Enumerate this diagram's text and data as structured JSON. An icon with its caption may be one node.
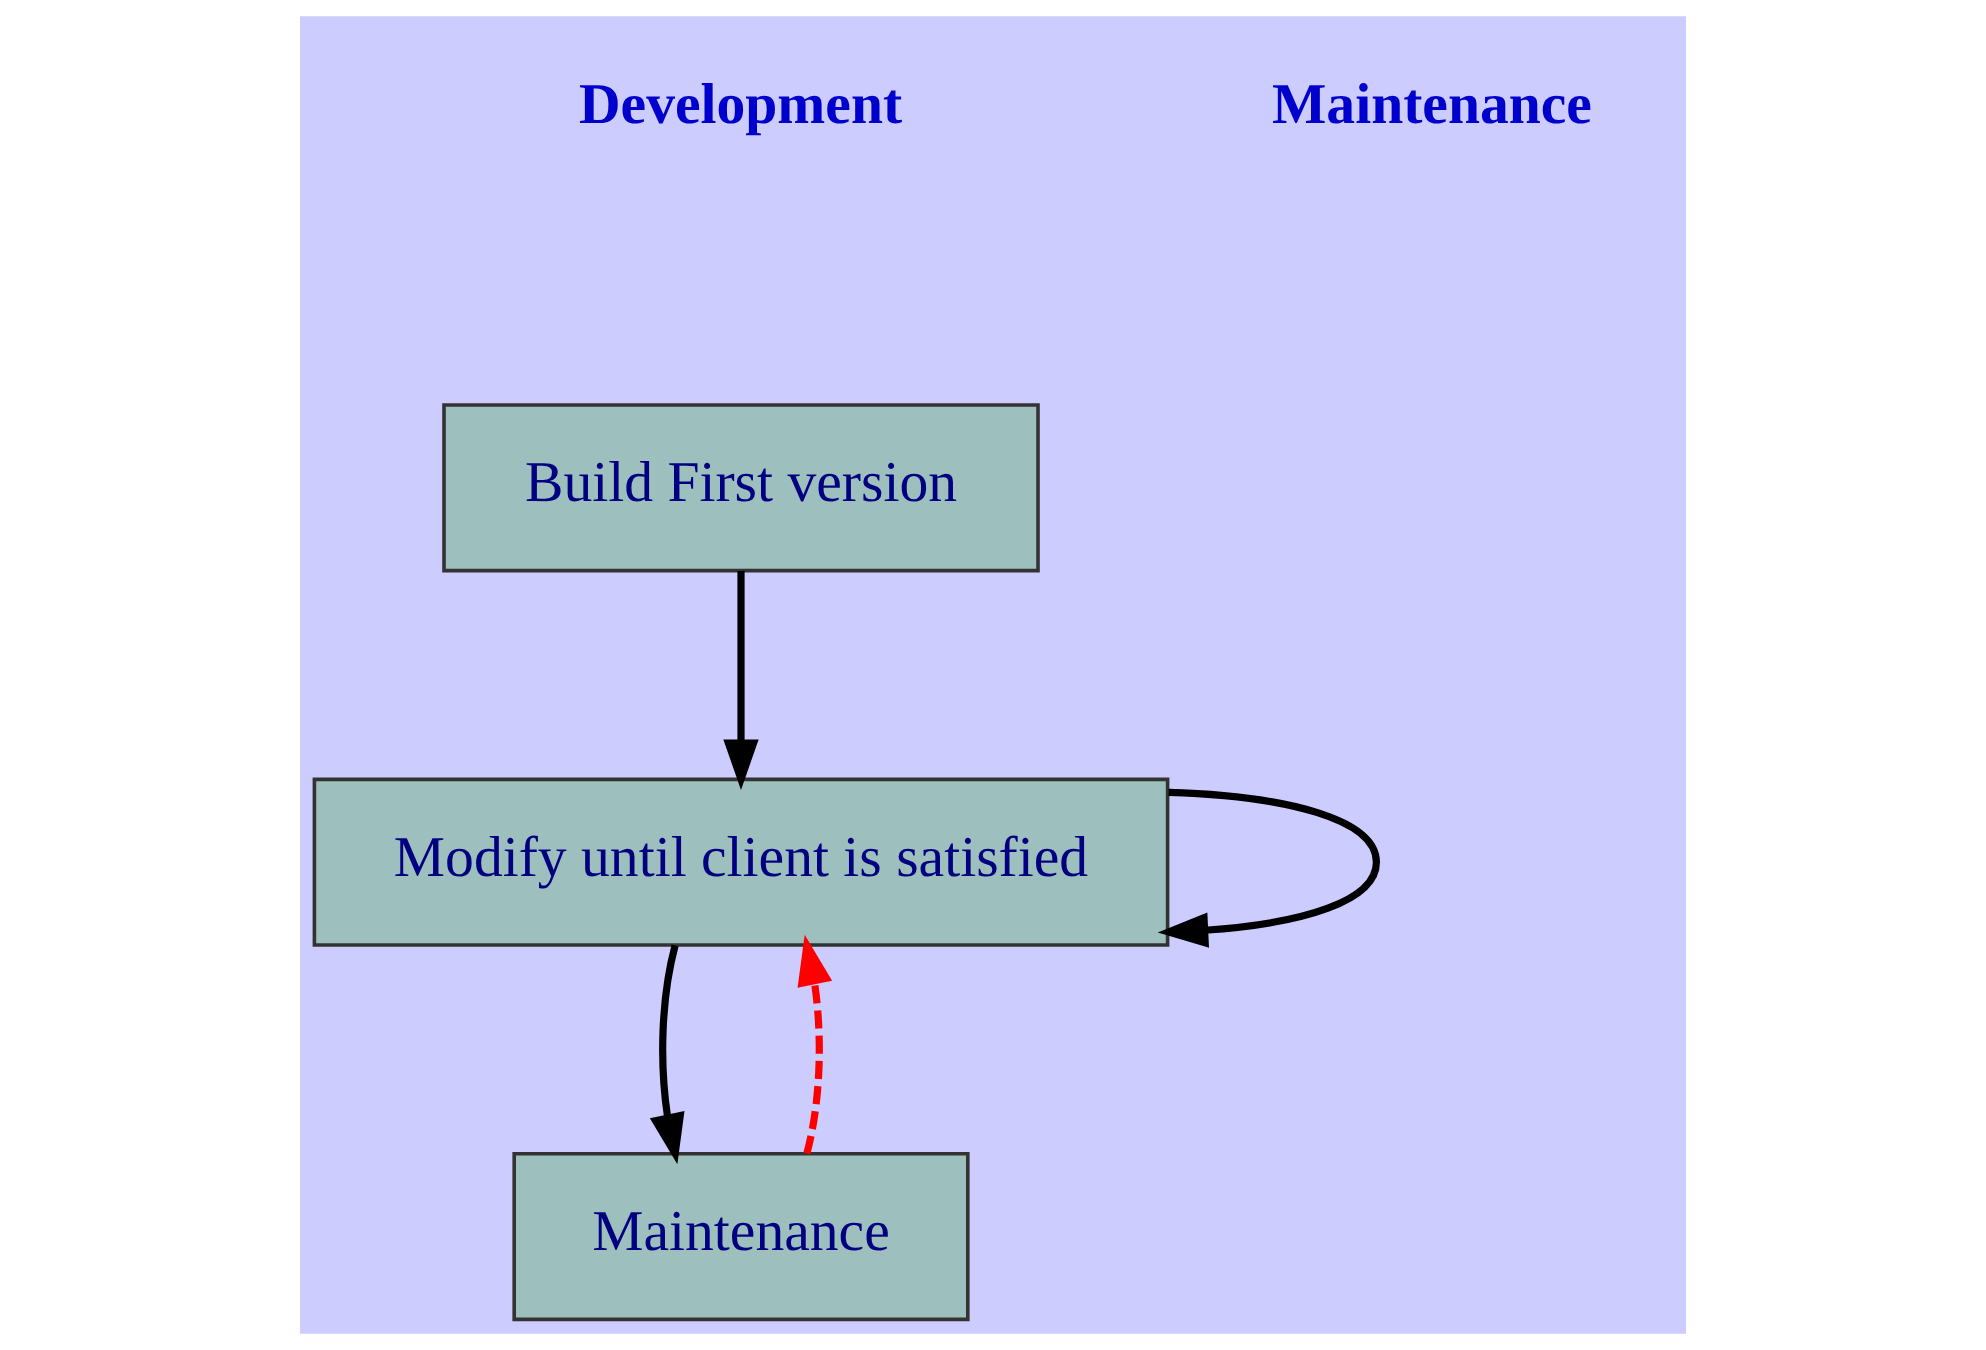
{
  "diagram": {
    "nodes": [
      {
        "text": [
          "Build First version"
        ]
      },
      {
        "text": [
          "Modify until client is satisfied"
        ]
      },
      {
        "text": [
          "Maintenance"
        ]
      }
    ],
    "edges": [
      {
        "from": 0,
        "to": 1,
        "arrow": "to"
      },
      {
        "from": 1,
        "to": 1,
        "arrow": "to"
      },
      {
        "from": 1,
        "to": 2,
        "arrow": "to"
      },
      {
        "from": 2,
        "to": 1,
        "arrow": "to",
        "style": "dashed",
        "color": "#ff0000"
      }
    ],
    "legend": [
      {
        "text": "Development"
      },
      {
        "text": "Maintenance"
      }
    ]
  }
}
